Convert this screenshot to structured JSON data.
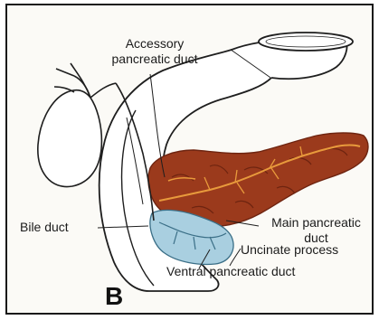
{
  "labels": {
    "accessory_line1": "Accessory",
    "accessory_line2": "pancreatic duct",
    "bile_duct": "Bile duct",
    "main_line1": "Main pancreatic",
    "main_line2": "duct",
    "uncinate": "Uncinate process",
    "ventral": "Ventral pancreatic duct",
    "panel": "B"
  },
  "colors": {
    "pancreas": "#9b3a1c",
    "pancreas_dark": "#6e2410",
    "main_duct": "#e89a3c",
    "ventral_bud": "#a9cfe0",
    "outline": "#1e1e1e",
    "duodenum": "#ffffff"
  }
}
